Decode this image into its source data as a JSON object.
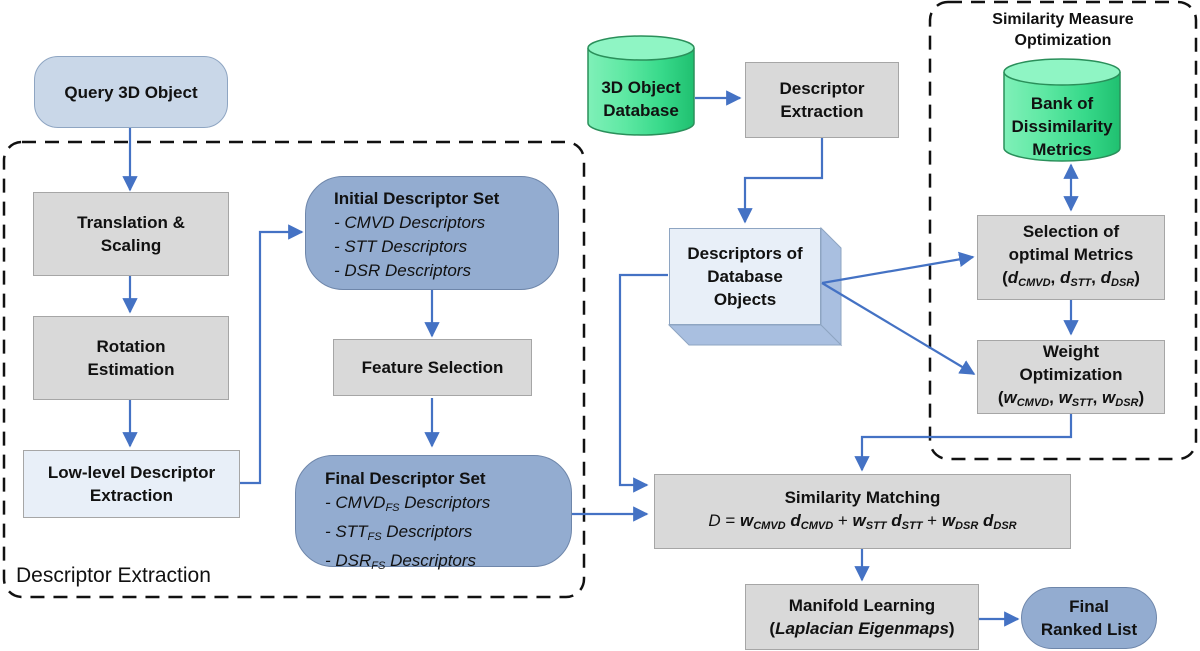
{
  "colors": {
    "arrow": "#4472c4",
    "gray_box": "#d9d9d9",
    "light_box": "#e8eff8",
    "pill_light": "#c9d7e8",
    "pill_dark": "#93acd0",
    "database_green": "#3fe08e",
    "dashed_border": "#111111"
  },
  "groups": {
    "descriptor_extraction": {
      "label": "Descriptor Extraction"
    },
    "similarity_optimization": {
      "title_line1": "Similarity Measure",
      "title_line2": "Optimization"
    }
  },
  "nodes": {
    "query": {
      "label": "Query 3D Object"
    },
    "translation": {
      "line1": "Translation &",
      "line2": "Scaling"
    },
    "rotation": {
      "line1": "Rotation",
      "line2": "Estimation"
    },
    "lowlevel": {
      "line1": "Low-level Descriptor",
      "line2": "Extraction"
    },
    "initial_set": {
      "title": "Initial Descriptor Set",
      "items": [
        "- CMVD Descriptors",
        "- STT Descriptors",
        "- DSR Descriptors"
      ]
    },
    "feature_selection": {
      "label": "Feature Selection"
    },
    "final_set": {
      "title": "Final Descriptor Set",
      "items": [
        {
          "prefix": "- CMVD",
          "sub": "FS",
          "suffix": " Descriptors"
        },
        {
          "prefix": "- STT",
          "sub": "FS",
          "suffix": " Descriptors"
        },
        {
          "prefix": "- DSR",
          "sub": "FS",
          "suffix": " Descriptors"
        }
      ]
    },
    "object_db": {
      "line1": "3D Object",
      "line2": "Database"
    },
    "db_extraction": {
      "line1": "Descriptor",
      "line2": "Extraction"
    },
    "db_descriptors": {
      "line1": "Descriptors of",
      "line2": "Database",
      "line3": "Objects"
    },
    "metric_bank": {
      "line1": "Bank of",
      "line2": "Dissimilarity",
      "line3": "Metrics"
    },
    "metric_selection": {
      "line1": "Selection of",
      "line2": "optimal Metrics",
      "open": "(",
      "close": ")",
      "sep": ", ",
      "terms": [
        {
          "sym": "d",
          "sub": "CMVD"
        },
        {
          "sym": "d",
          "sub": "STT"
        },
        {
          "sym": "d",
          "sub": "DSR"
        }
      ]
    },
    "weight_opt": {
      "line1": "Weight",
      "line2": "Optimization",
      "open": "(",
      "close": ")",
      "sep": ", ",
      "terms": [
        {
          "sym": "w",
          "sub": "CMVD"
        },
        {
          "sym": "w",
          "sub": "STT"
        },
        {
          "sym": "w",
          "sub": "DSR"
        }
      ]
    },
    "matching": {
      "title": "Similarity Matching",
      "lhs": "D",
      "eq": " = ",
      "plus": " + ",
      "w": "w",
      "d": "d",
      "subs": [
        "CMVD",
        "STT",
        "DSR"
      ]
    },
    "manifold": {
      "line1": "Manifold Learning",
      "paren_open": "(",
      "method": "Laplacian Eigenmaps",
      "paren_close": ")"
    },
    "ranked": {
      "line1": "Final",
      "line2": "Ranked List"
    }
  }
}
